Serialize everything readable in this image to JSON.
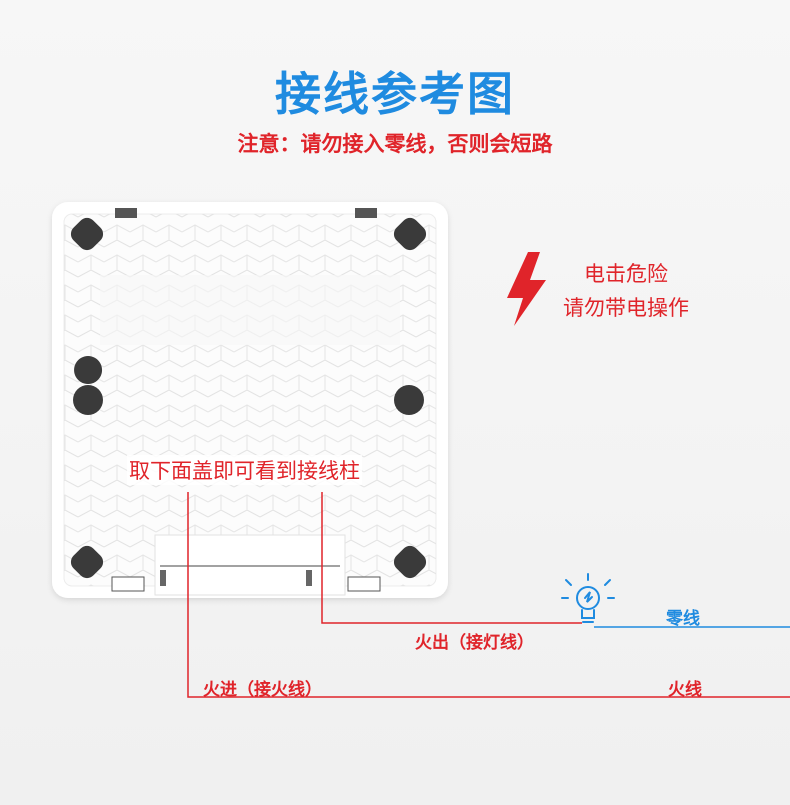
{
  "title": "接线参考图",
  "warning": "注意：请勿接入零线，否则会短路",
  "danger": {
    "line1": "电击危险",
    "line2": "请勿带电操作"
  },
  "instruction": "取下面盖即可看到接线柱",
  "wires": {
    "live_in": "火进（接火线）",
    "live_out": "火出（接灯线）",
    "neutral": "零线",
    "live": "火线"
  },
  "colors": {
    "title_blue": "#1f8be0",
    "warning_red": "#e0242a",
    "switch_white": "#ffffff"
  },
  "icons": [
    "lightning-icon",
    "light-bulb-icon"
  ]
}
